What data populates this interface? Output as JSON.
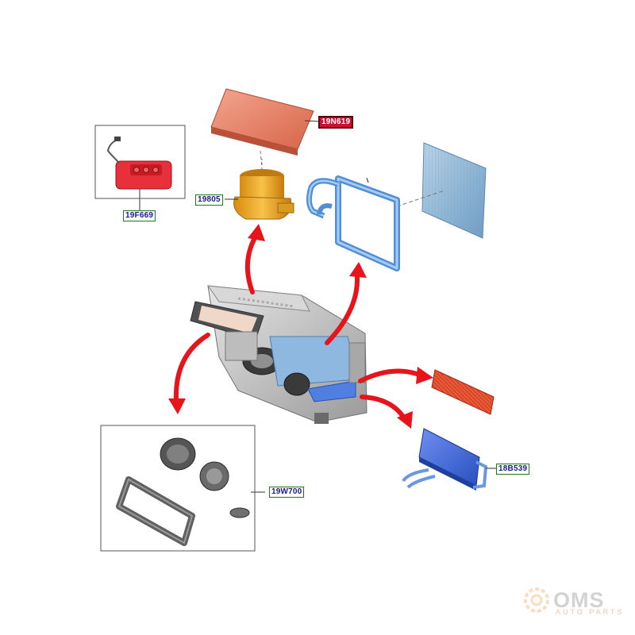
{
  "callouts": {
    "cabin_filter": "19N619",
    "blower_motor": "19805",
    "resistor": "19F669",
    "seal_kit": "19W700",
    "heater_core": "18B539"
  },
  "colors": {
    "arrow": "#e8141c",
    "label_border": "#1f7a1f",
    "label_text": "#1a1a8c",
    "highlight_fill": "#cc1030",
    "filter": "#e8836a",
    "blower": "#f0b030",
    "evaporator_frame": "#4f8fd8",
    "heater_core": "#3d6ad6",
    "housing": "#c9c9c9"
  },
  "watermark": {
    "brand": "OMS",
    "sub": "AUTO PARTS"
  }
}
